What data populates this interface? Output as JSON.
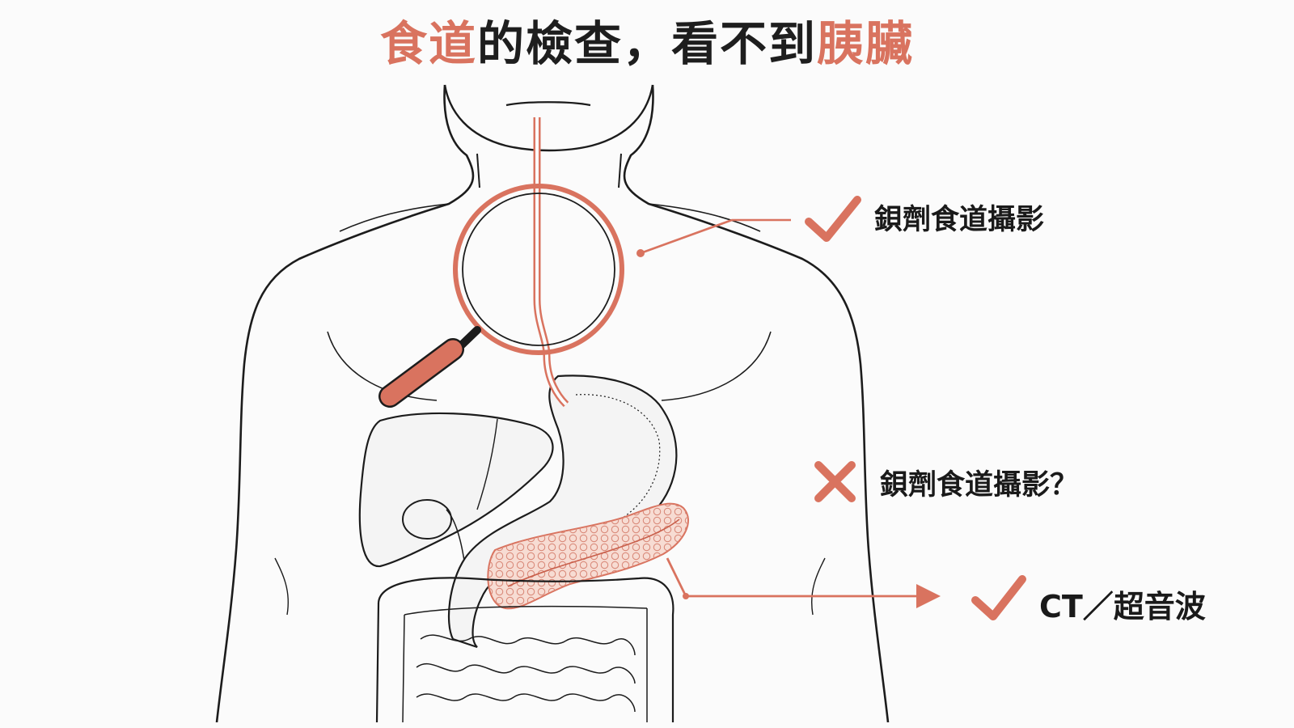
{
  "title": {
    "part1": "食道",
    "part2": "的檢查，看不到",
    "part3": "胰臟"
  },
  "labels": {
    "upper": "鋇劑食道攝影",
    "middle": "鋇劑食道攝影？",
    "lower": "CT／超音波"
  },
  "colors": {
    "accent": "#d9735f",
    "accent_dark": "#c9604c",
    "line": "#1c1c1c",
    "text": "#1a1a1a"
  }
}
